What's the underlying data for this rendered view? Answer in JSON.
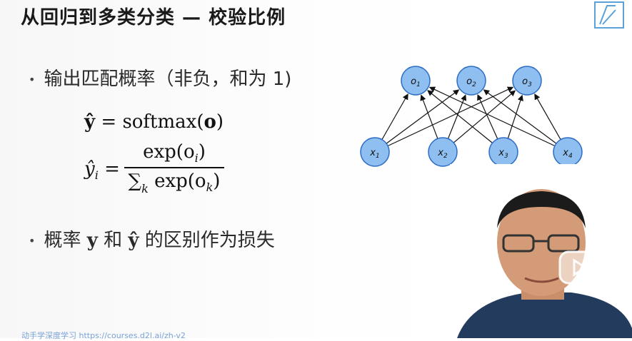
{
  "title": "从回归到多类分类 — 校验比例",
  "bullets": [
    {
      "text": "输出匹配概率（非负，和为 1)"
    },
    {
      "text_before": "概率",
      "y": "y",
      "middle": "和",
      "yhat": "ŷ",
      "text_after": "的区别作为损失"
    }
  ],
  "formulas": {
    "f1_lhs": "ŷ",
    "f1_eq": "=",
    "f1_rhs": "softmax(",
    "f1_o": "o",
    "f1_close": ")",
    "f2_lhs": "ŷ",
    "f2_sub": "i",
    "f2_eq": "=",
    "f2_num": "exp(o",
    "f2_num_sub": "i",
    "f2_num_close": ")",
    "f2_den_sum": "∑",
    "f2_den_sub": "k",
    "f2_den": " exp(o",
    "f2_den_sub2": "k",
    "f2_den_close": ")"
  },
  "network": {
    "outputs": [
      "o1",
      "o2",
      "o3"
    ],
    "inputs": [
      "x1",
      "x2",
      "x3",
      "x4"
    ],
    "node_color": "#8fbff0",
    "node_stroke": "#2b6cc4"
  },
  "footer": "动手学深度学习 https://courses.d2l.ai/zh-v2"
}
